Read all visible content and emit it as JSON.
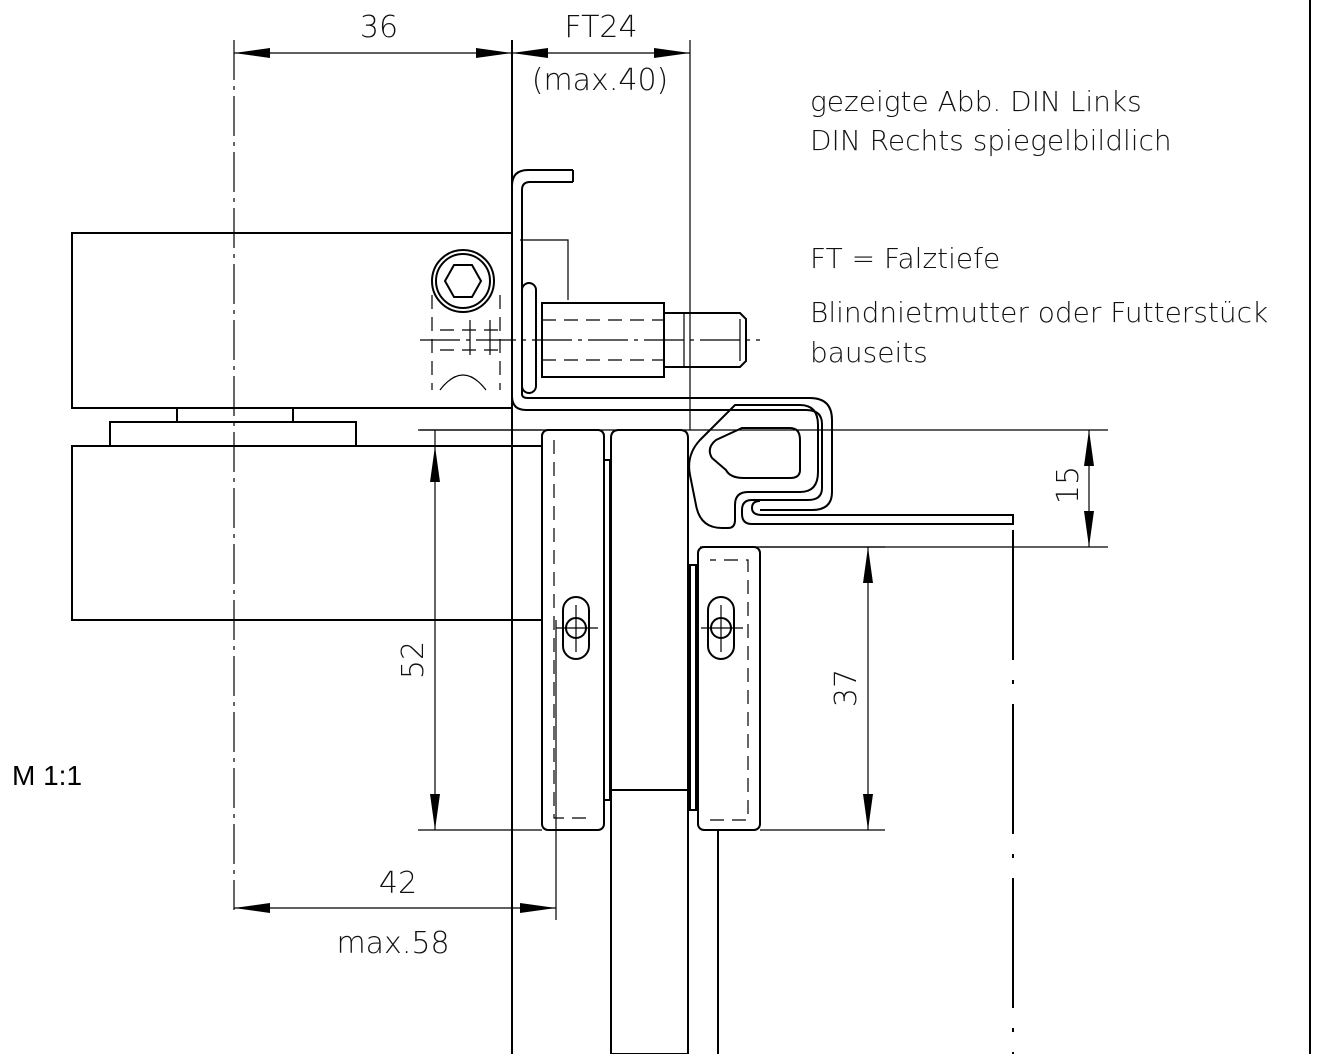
{
  "dimensions": {
    "d36": "36",
    "ft24": "FT24",
    "ft_max": "(max.40)",
    "d52": "52",
    "d37": "37",
    "d15": "15",
    "d42": "42",
    "max58": "max.58"
  },
  "notes": {
    "line1": "gezeigte Abb. DIN Links",
    "line2": "DIN Rechts spiegelbildlich",
    "ft_def": "FT = Falztiefe",
    "blind1": "Blindnietmutter oder Futterstück",
    "blind2": "bauseits"
  },
  "scale": "M 1:1"
}
